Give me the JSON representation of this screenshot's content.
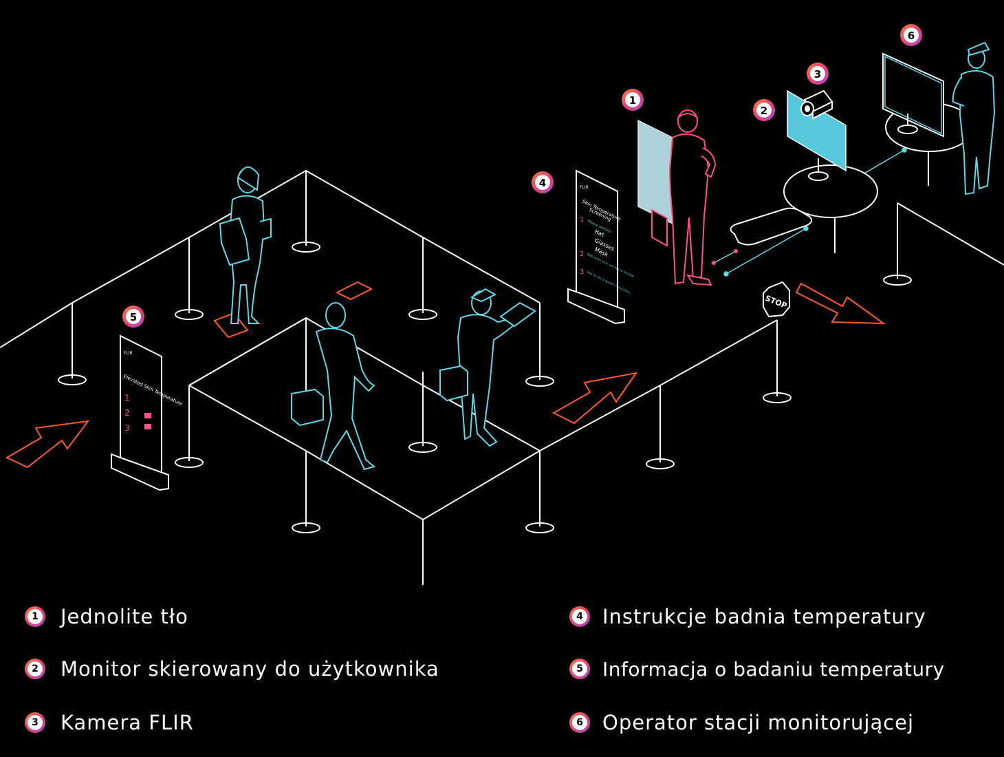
{
  "badges": [
    "1",
    "2",
    "3",
    "4",
    "5",
    "6"
  ],
  "legend": [
    {
      "num": "1",
      "label": "Jednolite tło"
    },
    {
      "num": "2",
      "label": "Monitor skierowany do użytkownika"
    },
    {
      "num": "3",
      "label": "Kamera FLIR"
    },
    {
      "num": "4",
      "label": "Instrukcje badnia temperatury"
    },
    {
      "num": "5",
      "label": "Informacja o badaniu temperatury"
    },
    {
      "num": "6",
      "label": "Operator stacji monitorującej"
    }
  ],
  "signs": {
    "stop": "STOP",
    "sign4": {
      "brand": "FLIR",
      "title_1": "Skin Temperature",
      "title_2": "Screening",
      "step_1_num": "1",
      "step_1": "Please remove:",
      "items": [
        "Hat",
        "Glasses",
        "Mask"
      ],
      "step_2_num": "2",
      "step_2": "Walk to the mark and look at the FLIR",
      "step_3_num": "3",
      "step_3": "Wait for the screener's instructions"
    },
    "sign5": {
      "brand": "FLIR",
      "title_1": "Elevated Skin Temperature",
      "step_nums": [
        "1",
        "2",
        "3"
      ]
    }
  },
  "colors": {
    "background": "#000000",
    "outline": "#ffffff",
    "person_cyan": "#5fd8ea",
    "person_pink": "#ff4f8c",
    "arrow": "#ff5a2a",
    "badge_gradient": [
      "#ff7a3d",
      "#e0407a",
      "#b048d8"
    ]
  }
}
